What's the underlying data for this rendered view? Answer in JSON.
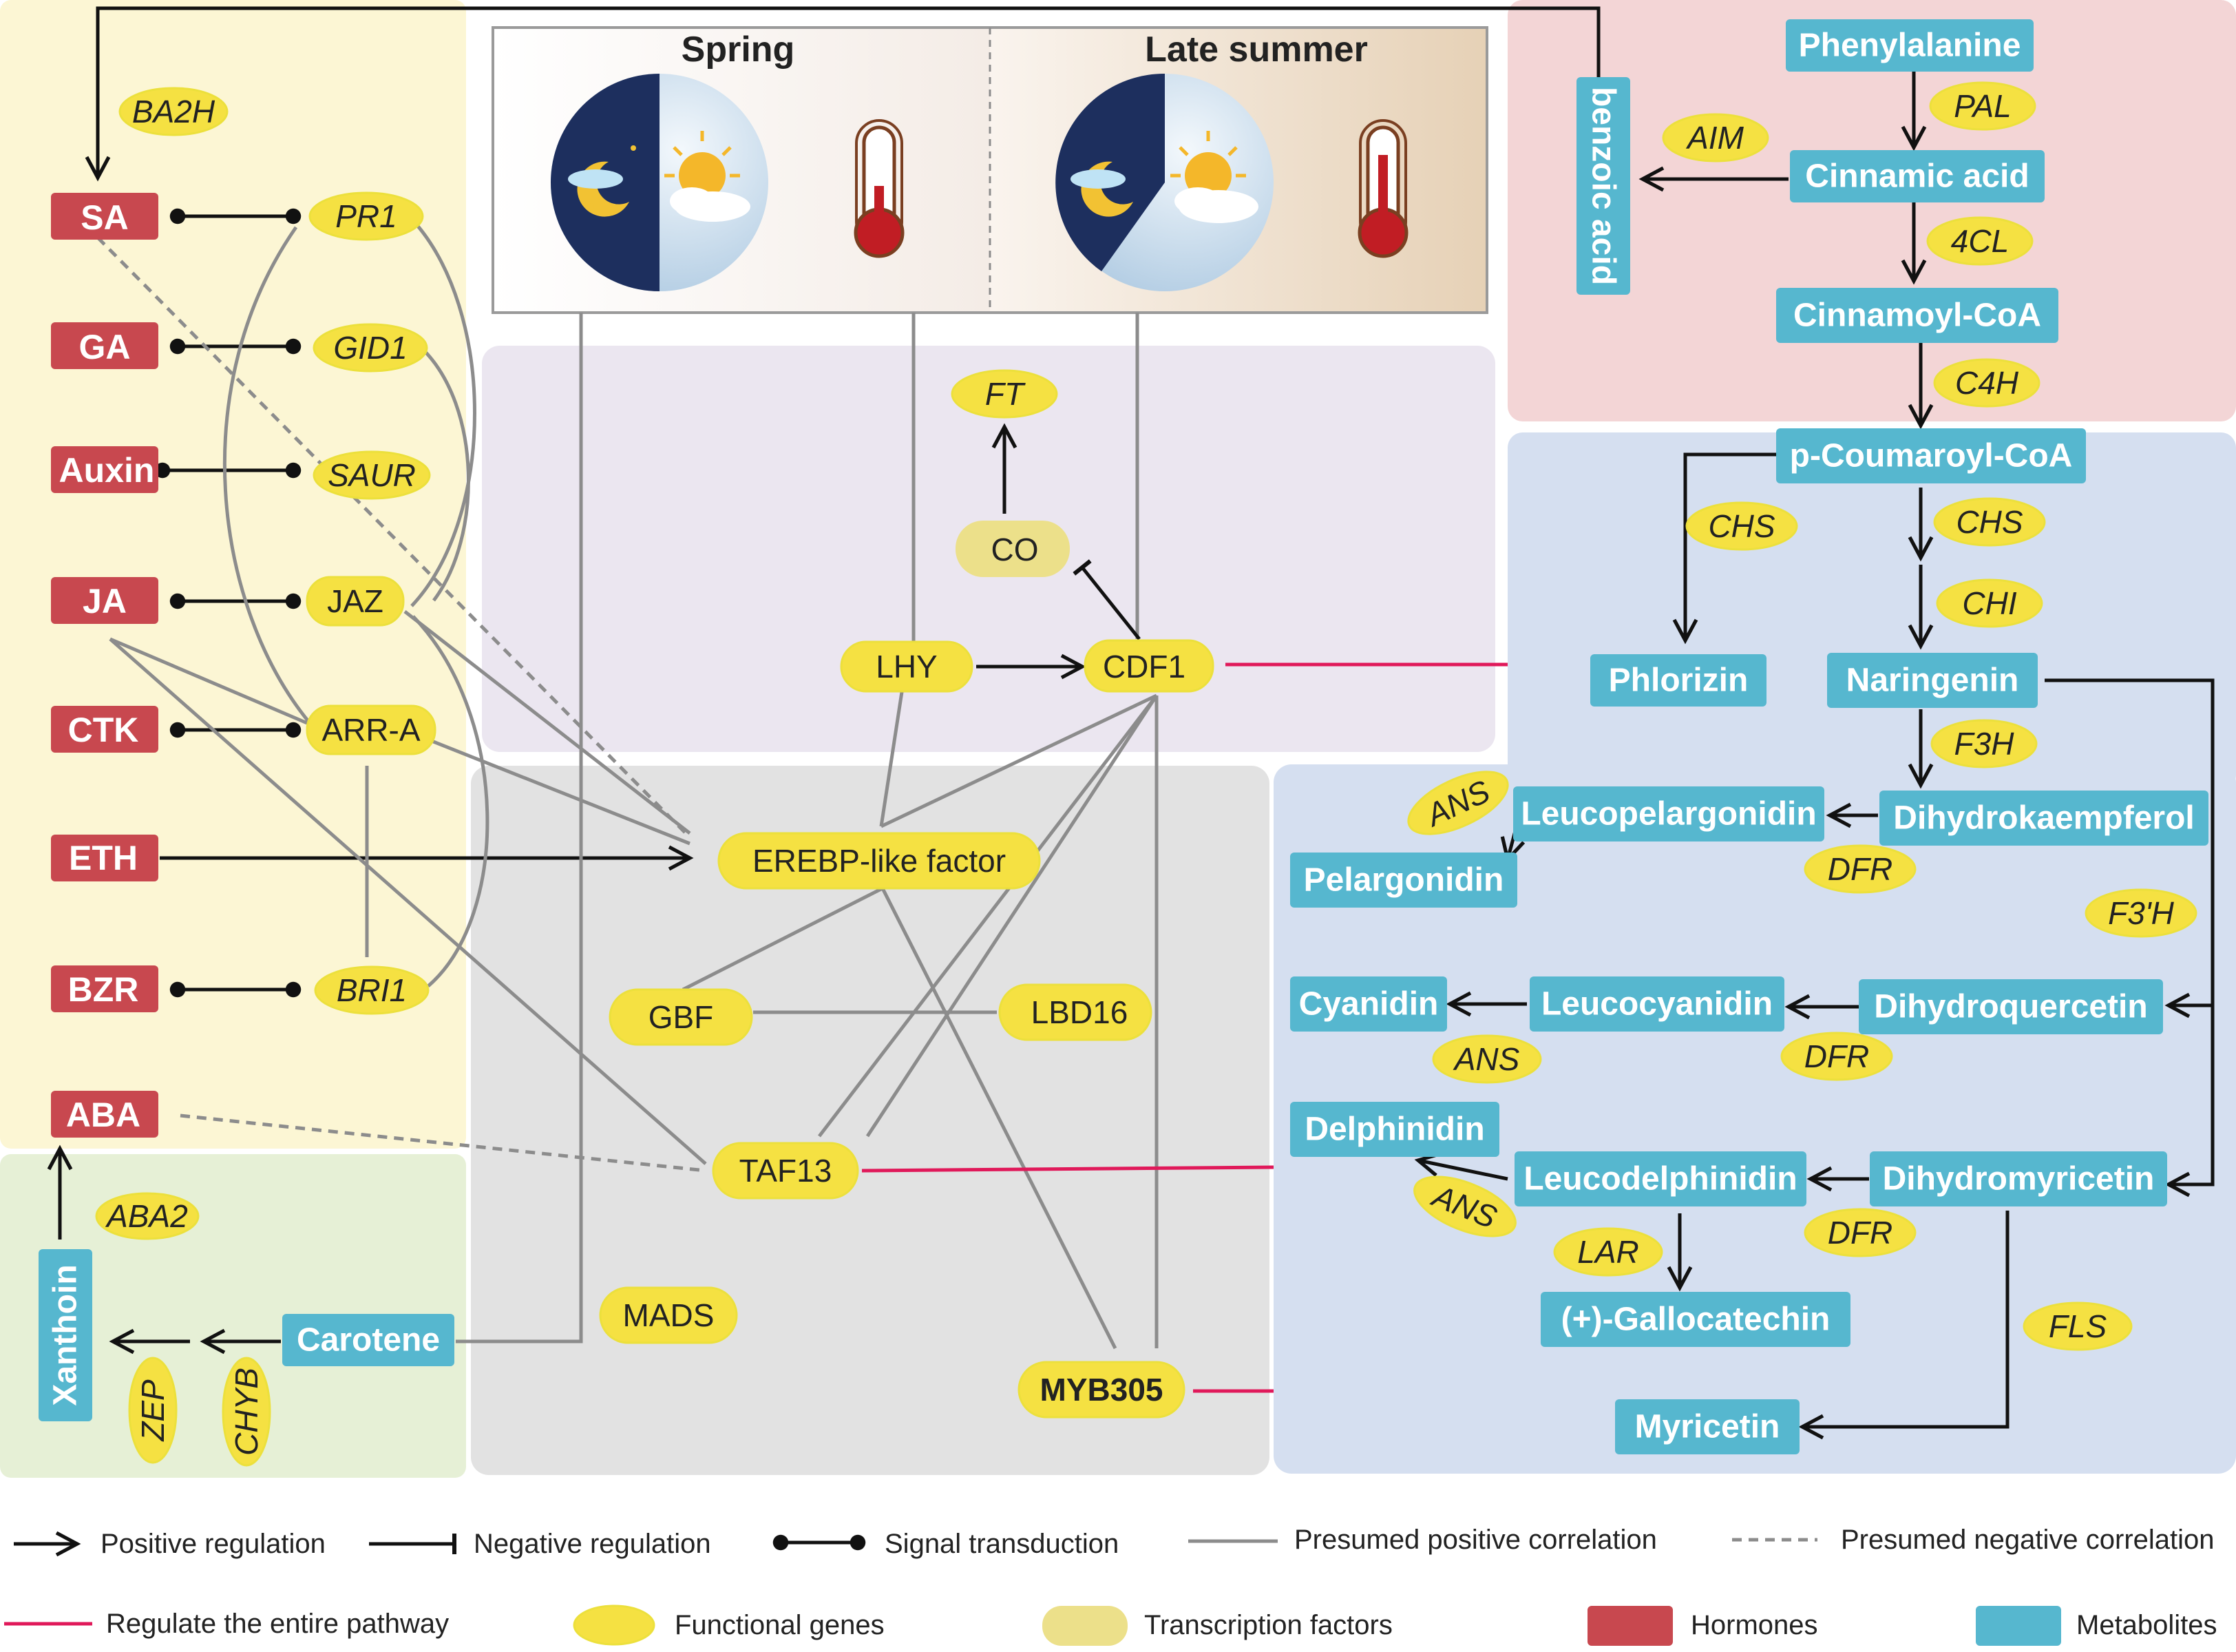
{
  "seasons": {
    "spring": "Spring",
    "late_summer": "Late summer"
  },
  "hormones": {
    "sa": "SA",
    "ga": "GA",
    "auxin": "Auxin",
    "ja": "JA",
    "ctk": "CTK",
    "eth": "ETH",
    "bzr": "BZR",
    "aba": "ABA"
  },
  "hormone_genes": {
    "ba2h": "BA2H",
    "pr1": "PR1",
    "gid1": "GID1",
    "saur": "SAUR",
    "jaz": "JAZ",
    "arr_a": "ARR-A",
    "bri1": "BRI1",
    "aba2": "ABA2",
    "zep": "ZEP",
    "chyb": "CHYB"
  },
  "carotenoid": {
    "xanthoin": "Xanthoin",
    "carotene": "Carotene"
  },
  "transcription_factors": {
    "lhy": "LHY",
    "cdf1": "CDF1",
    "co": "CO",
    "erebp": "EREBP-like factor",
    "gbf": "GBF",
    "lbd16": "LBD16",
    "taf13": "TAF13",
    "mads": "MADS",
    "myb305": "MYB305"
  },
  "flowering_gene": {
    "ft": "FT"
  },
  "metabolites": {
    "phenylalanine": "Phenylalanine",
    "cinnamic_acid": "Cinnamic acid",
    "cinnamoyl_coa": "Cinnamoyl-CoA",
    "benzoic_acid": "benzoic acid",
    "p_coumaroyl_coa": "p-Coumaroyl-CoA",
    "phlorizin": "Phlorizin",
    "naringenin": "Naringenin",
    "dihydrokaempferol": "Dihydrokaempferol",
    "leucopelargonidin": "Leucopelargonidin",
    "pelargonidin": "Pelargonidin",
    "dihydroquercetin": "Dihydroquercetin",
    "leucocyanidin": "Leucocyanidin",
    "cyanidin": "Cyanidin",
    "dihydromyricetin": "Dihydromyricetin",
    "leucodelphinidin": "Leucodelphinidin",
    "delphinidin": "Delphinidin",
    "gallocatechin": "(+)-Gallocatechin",
    "myricetin": "Myricetin"
  },
  "enzymes": {
    "pal": "PAL",
    "aim": "AIM",
    "cl4": "4CL",
    "c4h": "C4H",
    "chs_a": "CHS",
    "chs_b": "CHS",
    "chi": "CHI",
    "f3h": "F3H",
    "ans_1": "ANS",
    "dfr_1": "DFR",
    "f3ph": "F3'H",
    "ans_2": "ANS",
    "dfr_2": "DFR",
    "ans_3": "ANS",
    "dfr_3": "DFR",
    "lar": "LAR",
    "fls": "FLS"
  },
  "legend": {
    "positive": "Positive regulation",
    "negative": "Negative regulation",
    "signal": "Signal transduction",
    "pos_corr": "Presumed positive correlation",
    "neg_corr": "Presumed negative correlation",
    "pathway": "Regulate the entire pathway",
    "functional": "Functional genes",
    "tf": "Transcription factors",
    "hormones": "Hormones",
    "metabolites": "Metabolites"
  },
  "colors": {
    "hormone": "#c8484f",
    "metabolite": "#56b7cf",
    "gene": "#f5e142",
    "transcription_factor": "#ece08a",
    "hormone_panel": "#fcf6d4",
    "carotenoid_panel": "#e6f0d6",
    "circadian_panel": "#ebe6f0",
    "tf_panel": "#e2e2e2",
    "upstream_panel": "#f3d5d6",
    "flavonoid_panel": "#d5dff0",
    "pathway_line": "#e0195a"
  }
}
